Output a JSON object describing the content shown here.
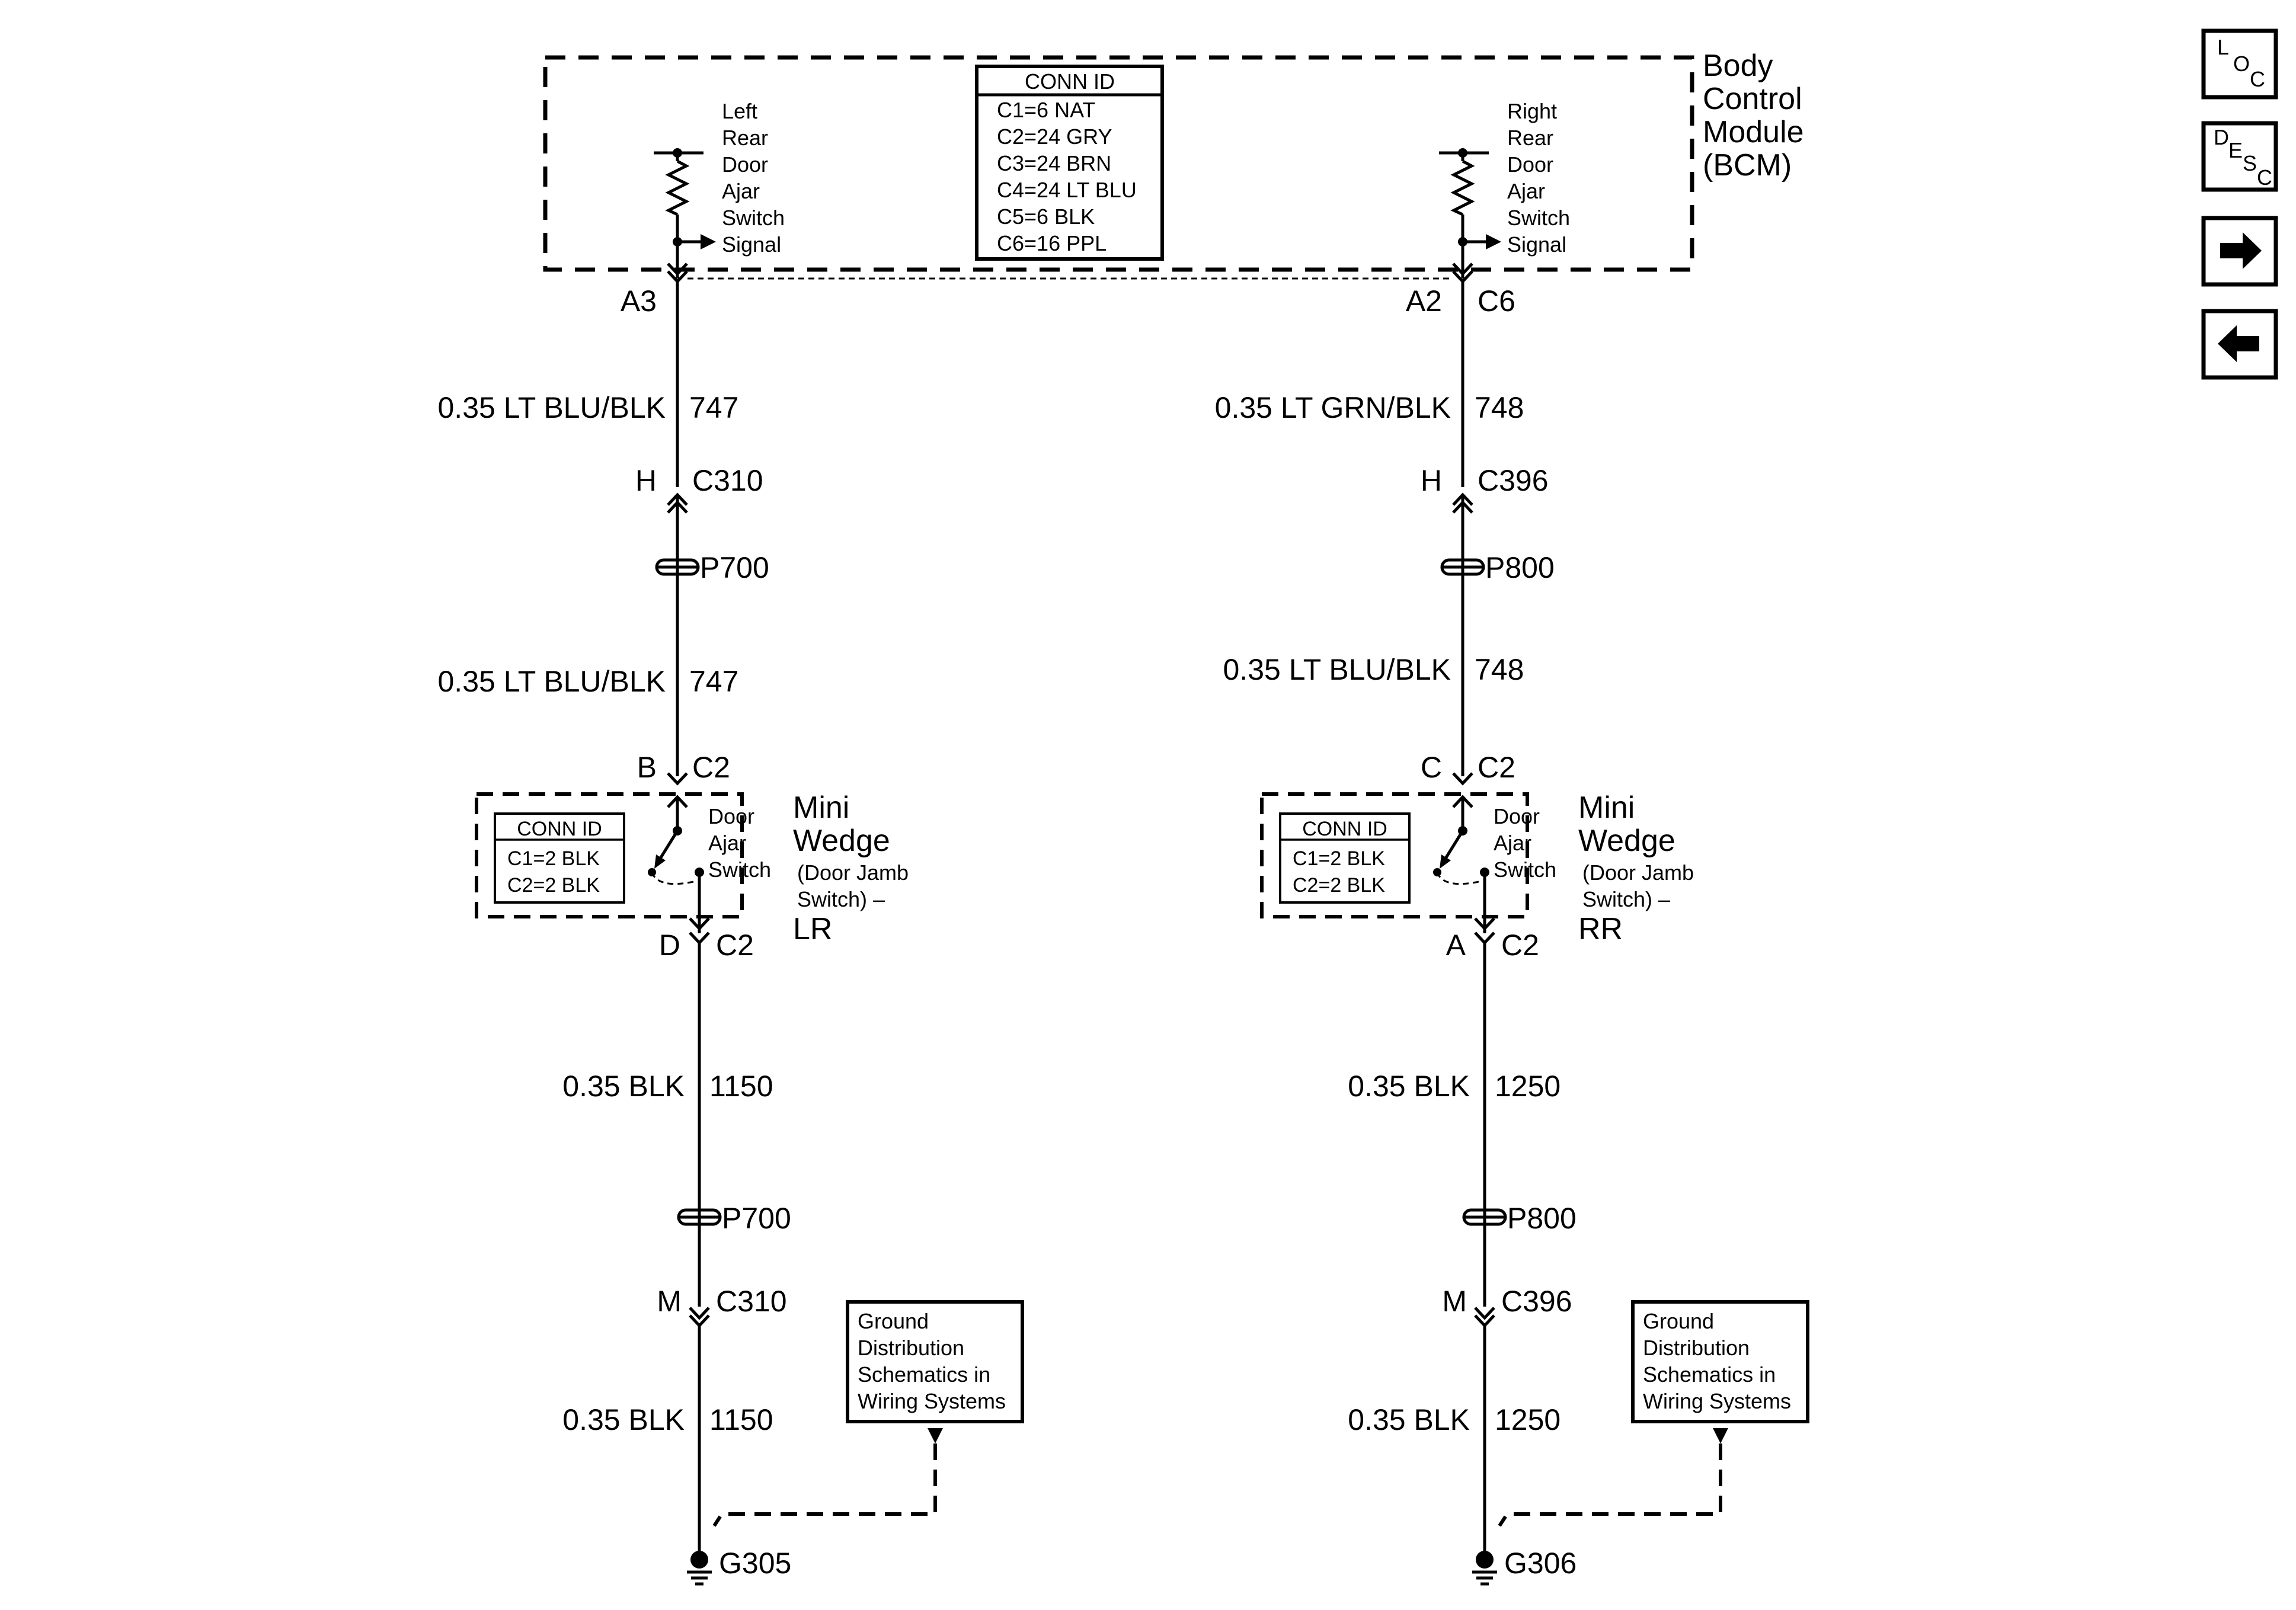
{
  "bcm": {
    "name_lines": [
      "Body",
      "Control",
      "Module",
      "(BCM)"
    ],
    "conn_id": {
      "header": "CONN ID",
      "rows": [
        "C1=6 NAT",
        "C2=24 GRY",
        "C3=24 BRN",
        "C4=24 LT BLU",
        "C5=6 BLK",
        "C6=16 PPL"
      ]
    },
    "left_signal_lines": [
      "Left",
      "Rear",
      "Door",
      "Ajar",
      "Switch",
      "Signal"
    ],
    "right_signal_lines": [
      "Right",
      "Rear",
      "Door",
      "Ajar",
      "Switch",
      "Signal"
    ]
  },
  "left": {
    "bcm_pin": "A3",
    "wire1": {
      "gauge_color": "0.35 LT BLU/BLK",
      "circuit": "747"
    },
    "conn1": {
      "pin": "H",
      "name": "C310"
    },
    "splice1": "P700",
    "wire2": {
      "gauge_color": "0.35 LT BLU/BLK",
      "circuit": "747"
    },
    "switch_in": {
      "pin": "B",
      "conn": "C2"
    },
    "switch": {
      "conn_id_header": "CONN ID",
      "conn_id_rows": [
        "C1=2 BLK",
        "C2=2 BLK"
      ],
      "switch_label_lines": [
        "Door",
        "Ajar",
        "Switch"
      ],
      "title_lines": [
        "Mini",
        "Wedge"
      ],
      "desc_lines": [
        "(Door Jamb",
        "Switch) –"
      ],
      "suffix": "LR"
    },
    "switch_out": {
      "pin": "D",
      "conn": "C2"
    },
    "wire3": {
      "gauge_color": "0.35 BLK",
      "circuit": "1150"
    },
    "splice2": "P700",
    "conn2": {
      "pin": "M",
      "name": "C310"
    },
    "wire4": {
      "gauge_color": "0.35 BLK",
      "circuit": "1150"
    },
    "ground_ref_lines": [
      "Ground",
      "Distribution",
      "Schematics in",
      "Wiring Systems"
    ],
    "ground": "G305"
  },
  "right": {
    "bcm_pin": "A2",
    "bcm_conn": "C6",
    "wire1": {
      "gauge_color": "0.35 LT GRN/BLK",
      "circuit": "748"
    },
    "conn1": {
      "pin": "H",
      "name": "C396"
    },
    "splice1": "P800",
    "wire2": {
      "gauge_color": "0.35 LT BLU/BLK",
      "circuit": "748"
    },
    "switch_in": {
      "pin": "C",
      "conn": "C2"
    },
    "switch": {
      "conn_id_header": "CONN ID",
      "conn_id_rows": [
        "C1=2 BLK",
        "C2=2 BLK"
      ],
      "switch_label_lines": [
        "Door",
        "Ajar",
        "Switch"
      ],
      "title_lines": [
        "Mini",
        "Wedge"
      ],
      "desc_lines": [
        "(Door Jamb",
        "Switch) –"
      ],
      "suffix": "RR"
    },
    "switch_out": {
      "pin": "A",
      "conn": "C2"
    },
    "wire3": {
      "gauge_color": "0.35 BLK",
      "circuit": "1250"
    },
    "splice2": "P800",
    "conn2": {
      "pin": "M",
      "name": "C396"
    },
    "wire4": {
      "gauge_color": "0.35 BLK",
      "circuit": "1250"
    },
    "ground_ref_lines": [
      "Ground",
      "Distribution",
      "Schematics in",
      "Wiring Systems"
    ],
    "ground": "G306"
  },
  "nav": {
    "loc": {
      "icon": "loc-icon",
      "letters": [
        "L",
        "O",
        "C"
      ]
    },
    "desc": {
      "icon": "desc-icon",
      "letters": [
        "D",
        "E",
        "S",
        "C"
      ]
    },
    "next": {
      "icon": "arrow-right-icon"
    },
    "prev": {
      "icon": "arrow-left-icon"
    }
  }
}
